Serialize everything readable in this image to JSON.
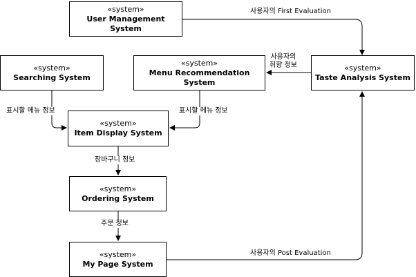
{
  "systems": {
    "user_management": {
      "stereotype": "«system»",
      "name": "User Management System"
    },
    "searching": {
      "stereotype": "«system»",
      "name": "Searching System"
    },
    "menu_recommendation": {
      "stereotype": "«system»",
      "name": "Menu Recommendation System"
    },
    "taste_analysis": {
      "stereotype": "«system»",
      "name": "Taste Analysis System"
    },
    "item_display": {
      "stereotype": "«system»",
      "name": "Item Display System"
    },
    "ordering": {
      "stereotype": "«system»",
      "name": "Ordering System"
    },
    "my_page": {
      "stereotype": "«system»",
      "name": "My Page System"
    }
  },
  "edges": {
    "first_evaluation": "사용자의 First Evaluation",
    "taste_info_line1": "사용자의",
    "taste_info_line2": "취향 정보",
    "display_menu_left": "표시할 메뉴 정보",
    "display_menu_right": "표시할 메뉴 정보",
    "cart_info": "장바구니 정보",
    "order_info": "주문 정보",
    "post_evaluation": "사용자의 Post Evaluation"
  }
}
